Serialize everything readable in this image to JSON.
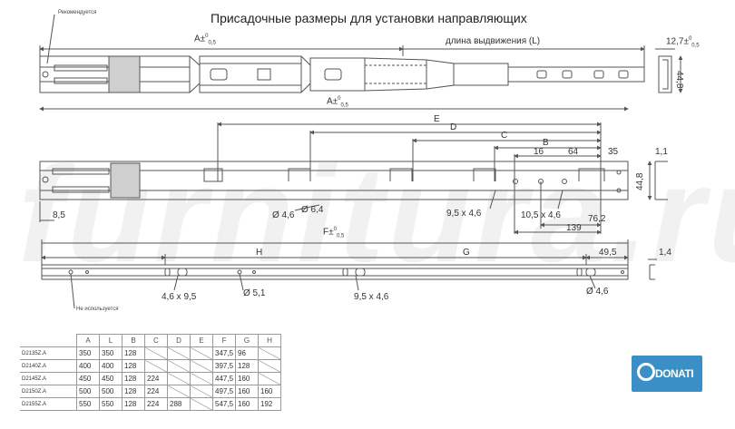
{
  "title": "Присадочные размеры для установки направляющих",
  "notes": {
    "recommended": "Рекомендуется",
    "not_used": "Не используется"
  },
  "dimensions": {
    "a_tol_top": "A±",
    "a_tol_top_sup": "0",
    "a_tol_top_sub": "0,5",
    "extension_length": "длина выдвижения (L)",
    "width": "12,7±",
    "width_sup": "0",
    "width_sub": "0,5",
    "height_right": "44,8",
    "a_tol_mid": "A±",
    "a_tol_mid_sup": "0",
    "a_tol_mid_sub": "0,5",
    "E": "E",
    "D": "D",
    "C": "C",
    "B": "B",
    "d16": "16",
    "d64": "64",
    "d35": "35",
    "d1_1": "1,1",
    "d44_8_mid": "44,8",
    "d8_5": "8,5",
    "hole_4_6": "Ø 4,6",
    "hole_6_4": "Ø 6,4",
    "slot_9_5": "9,5 x 4,6",
    "slot_10_5": "10,5 x 4,6",
    "d76_2": "76,2",
    "d139": "139",
    "f_tol": "F±",
    "f_tol_sup": "0",
    "f_tol_sub": "0,5",
    "H": "H",
    "G": "G",
    "d49_5": "49,5",
    "d1_4": "1,4",
    "slot_4_6_x_9_5": "4,6 x 9,5",
    "hole_5_1": "Ø 5,1",
    "slot_9_5_b": "9,5 x 4,6",
    "hole_4_6_b": "Ø 4,6"
  },
  "table": {
    "headers": [
      "A",
      "L",
      "B",
      "C",
      "D",
      "E",
      "F",
      "G",
      "H"
    ],
    "rows": [
      {
        "model": "D2135Z.A",
        "cells": [
          "350",
          "350",
          "128",
          "",
          "",
          "",
          "347,5",
          "96",
          ""
        ]
      },
      {
        "model": "D2140Z.A",
        "cells": [
          "400",
          "400",
          "128",
          "",
          "",
          "",
          "397,5",
          "128",
          ""
        ]
      },
      {
        "model": "D2145Z.A",
        "cells": [
          "450",
          "450",
          "128",
          "224",
          "",
          "",
          "447,5",
          "160",
          ""
        ]
      },
      {
        "model": "D2150Z.A",
        "cells": [
          "500",
          "500",
          "128",
          "224",
          "",
          "",
          "497,5",
          "160",
          "160"
        ]
      },
      {
        "model": "D2155Z.A",
        "cells": [
          "550",
          "550",
          "128",
          "224",
          "288",
          "",
          "547,5",
          "160",
          "192"
        ]
      }
    ]
  },
  "watermark": "furnitura.ru",
  "logo": "DONATI",
  "colors": {
    "line": "#555555",
    "logo_bg": "#3a8fc6"
  }
}
